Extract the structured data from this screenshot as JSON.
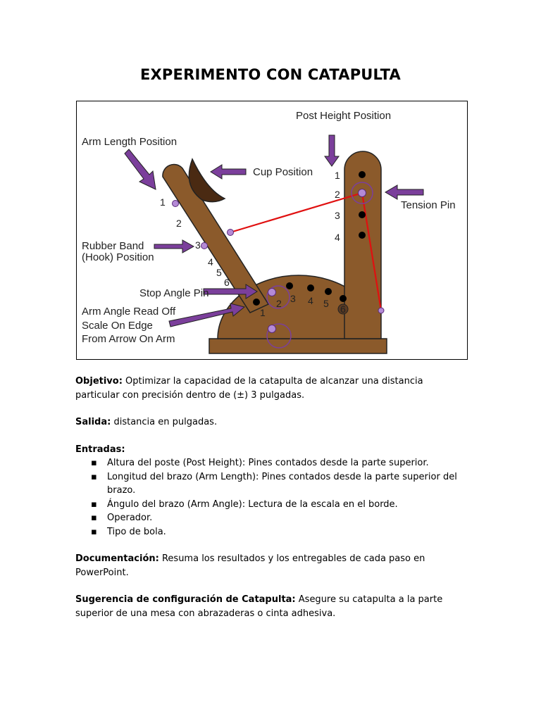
{
  "title": "EXPERIMENTO CON CATAPULTA",
  "figure": {
    "labels": {
      "post_height": "Post Height Position",
      "arm_length": "Arm Length Position",
      "cup": "Cup Position",
      "tension_pin": "Tension Pin",
      "rubber_band_1": "Rubber Band",
      "rubber_band_2": "(Hook) Position",
      "stop_angle": "Stop Angle Pin",
      "arm_angle_1": "Arm Angle Read Off",
      "arm_angle_2": "Scale On Edge",
      "arm_angle_3": "From Arrow On Arm"
    },
    "post_numbers": [
      "1",
      "2",
      "3",
      "4"
    ],
    "arm_numbers": [
      "1",
      "2",
      "3",
      "4",
      "5",
      "6"
    ],
    "base_numbers": [
      "1",
      "2",
      "3",
      "4",
      "5",
      "6"
    ],
    "colors": {
      "wood": "#8b5a2b",
      "arrow": "#7b3f9b",
      "band": "#e01010",
      "pin": "#b48ad6"
    }
  },
  "body": {
    "objetivo_label": "Objetivo:",
    "objetivo_text": " Optimizar la capacidad de la catapulta de alcanzar una distancia particular con precisión dentro de (±) 3 pulgadas.",
    "salida_label": "Salida:",
    "salida_text": " distancia en pulgadas.",
    "entradas_label": "Entradas:",
    "bullet": "▪",
    "entradas": [
      "Altura del poste (Post Height): Pines contados desde la parte superior.",
      "Longitud del brazo (Arm Length): Pines contados desde la parte superior del brazo.",
      "Ángulo del brazo (Arm Angle): Lectura de la escala en el borde.",
      "Operador.",
      "Tipo de bola."
    ],
    "documentacion_label": "Documentación:",
    "documentacion_text": " Resuma los resultados y los entregables de cada paso en PowerPoint.",
    "sugerencia_label": "Sugerencia de configuración de Catapulta:",
    "sugerencia_text": " Asegure su catapulta a la parte superior de una mesa con abrazaderas o cinta adhesiva."
  }
}
